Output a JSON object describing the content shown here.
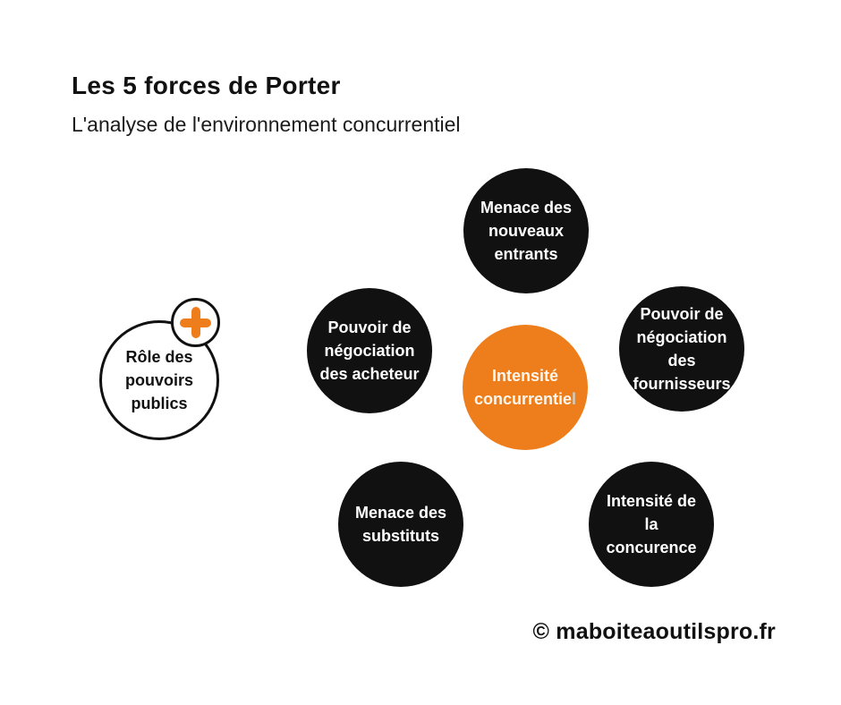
{
  "page": {
    "title": "Les 5 forces de Porter",
    "subtitle": "L'analyse de l'environnement concurrentiel",
    "credit": "© maboiteaoutilspro.fr"
  },
  "colors": {
    "accent_orange": "#EE7D1C",
    "circle_black": "#111111",
    "circle_text_white": "#FFFFFF",
    "background": "#FFFFFF",
    "muted_final_letter": "#C9CEC4"
  },
  "forces": {
    "new_entrants": {
      "lines": [
        "Menace des",
        "nouveaux",
        "entrants"
      ]
    },
    "buyers_power": {
      "lines": [
        "Pouvoir de",
        "négociation",
        "des acheteur"
      ]
    },
    "suppliers_power": {
      "lines": [
        "Pouvoir de",
        "négociation",
        "des",
        "fournisseurs"
      ]
    },
    "substitutes": {
      "lines": [
        "Menace des",
        "substituts"
      ]
    },
    "rivalry": {
      "lines": [
        "Intensité de",
        "la",
        "concurence"
      ]
    },
    "center": {
      "line1": "Intensité",
      "line2": "concurrentie",
      "line2_suffix": "l"
    },
    "public_powers": {
      "lines": [
        "Rôle des",
        "pouvoirs",
        "publics"
      ],
      "icon": "plus-icon"
    }
  }
}
